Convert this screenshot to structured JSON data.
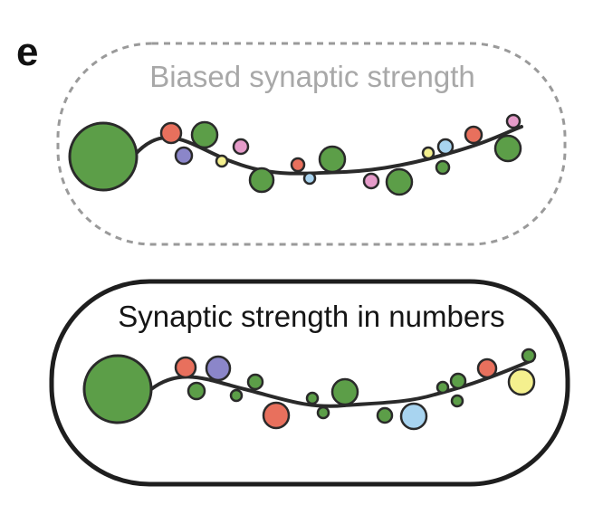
{
  "panel_label": "e",
  "top_panel": {
    "title": "Biased synaptic strength",
    "border_style": "dashed",
    "soma_color": "#5c9e48"
  },
  "bottom_panel": {
    "title": "Synaptic strength in numbers",
    "border_style": "solid",
    "soma_color": "#5c9e48"
  },
  "colors": {
    "green": "#5c9e48",
    "red": "#e8705d",
    "purple": "#8b86c9",
    "pink": "#e59bc9",
    "yellow": "#f4f08e",
    "blue": "#a8d4f0",
    "outline": "#2a2a2a",
    "dashed_border": "#9a9a9a"
  }
}
